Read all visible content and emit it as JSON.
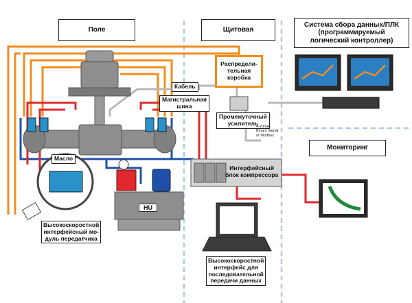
{
  "sections": {
    "field": "Поле",
    "panel": "Щитовая",
    "daq": "Система сбора данных/ПЛК\n(программируемый\nлогический контроллер)",
    "monitoring": "Мониторинг"
  },
  "labels": {
    "junction_box": "Распредели-\nтельная\nкоробка",
    "cable": "Кабель",
    "trunk_bus": "Магистральная\nшина",
    "intermediate_amp": "Промежуточный\nусилитель",
    "signal_note": "4-20mA\nBinary Signal\nor Modbus",
    "oil": "Масло",
    "compressor_interface": "Интерфейсный\nблок компрессора",
    "hu": "HU",
    "transmitter_module": "Высокоскоростной\nинтерфейсный мо-\nдуль передатчика",
    "serial_interface": "Высокоскоростной\nинтерфейс для\nпоследовательной\nпередачи данных"
  },
  "colors": {
    "orange": "#f28c1e",
    "red": "#e0282e",
    "blue": "#1f4fa8",
    "grey": "#b8b8b8",
    "divider": "#a9cde6",
    "machine": "#8e8e8e",
    "sensor": "#2a92c9",
    "screen_bg": "#2d7fc4"
  }
}
